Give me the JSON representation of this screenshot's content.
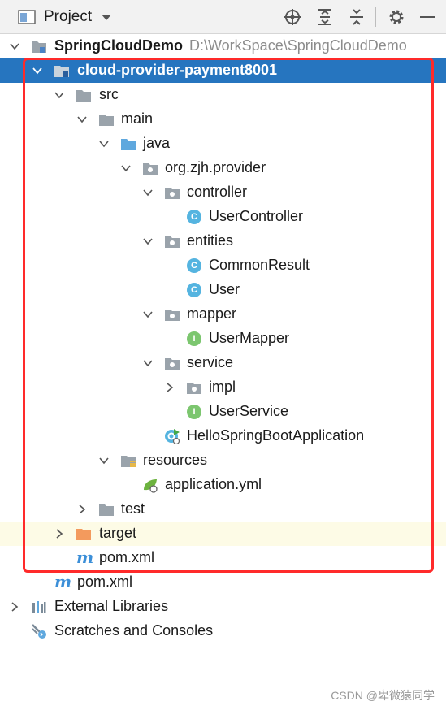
{
  "toolbar": {
    "title": "Project",
    "icons": [
      "project-view-icon",
      "locate-icon",
      "expand-all-icon",
      "collapse-all-icon",
      "gear-icon",
      "minimize-icon"
    ]
  },
  "tree": {
    "root": {
      "name": "SpringCloudDemo",
      "path": "D:\\WorkSpace\\SpringCloudDemo"
    },
    "module": "cloud-provider-payment8001",
    "src": "src",
    "main": "main",
    "java": "java",
    "package": "org.zjh.provider",
    "controller": "controller",
    "user_controller": "UserController",
    "entities": "entities",
    "common_result": "CommonResult",
    "user": "User",
    "mapper": "mapper",
    "user_mapper": "UserMapper",
    "service": "service",
    "impl": "impl",
    "user_service": "UserService",
    "app_class": "HelloSpringBootApplication",
    "resources": "resources",
    "app_yml": "application.yml",
    "test": "test",
    "target": "target",
    "module_pom": "pom.xml",
    "root_pom": "pom.xml",
    "external_libraries": "External Libraries",
    "scratches": "Scratches and Consoles",
    "class_badge": "C",
    "interface_badge": "I",
    "maven_glyph": "m"
  },
  "colors": {
    "selection": "#2675bf",
    "highlight_box": "#ff2a2a",
    "folder": "#9aa3ab",
    "source_folder": "#5fa8de",
    "target_folder": "#f39a5d"
  },
  "watermark": "CSDN @卑微猿同学"
}
